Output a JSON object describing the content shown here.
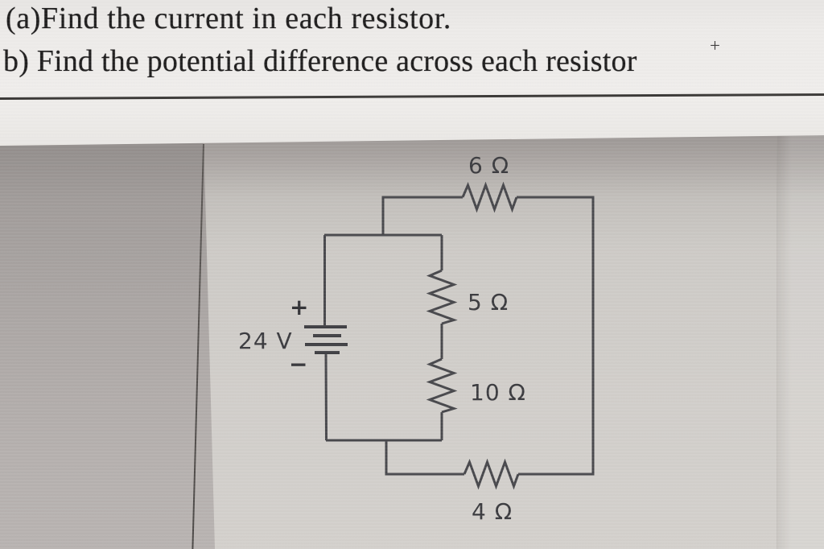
{
  "questions": {
    "line_a": "(a)Find the current in each resistor.",
    "line_b": "b) Find the potential difference across each resistor",
    "stray_plus": "+"
  },
  "circuit": {
    "battery": {
      "label": "24 V",
      "voltage_volts": 24,
      "plus_sign": "+",
      "minus_sign": "−"
    },
    "resistors": [
      {
        "label": "6 Ω",
        "ohms": 6
      },
      {
        "label": "5 Ω",
        "ohms": 5
      },
      {
        "label": "10 Ω",
        "ohms": 10
      },
      {
        "label": "4 Ω",
        "ohms": 4
      }
    ]
  },
  "colors": {
    "paper_band": "#edebe9",
    "photo_background": "#cfccc8",
    "ink": "#1f1e1e",
    "circuit_stroke": "#48484c"
  }
}
